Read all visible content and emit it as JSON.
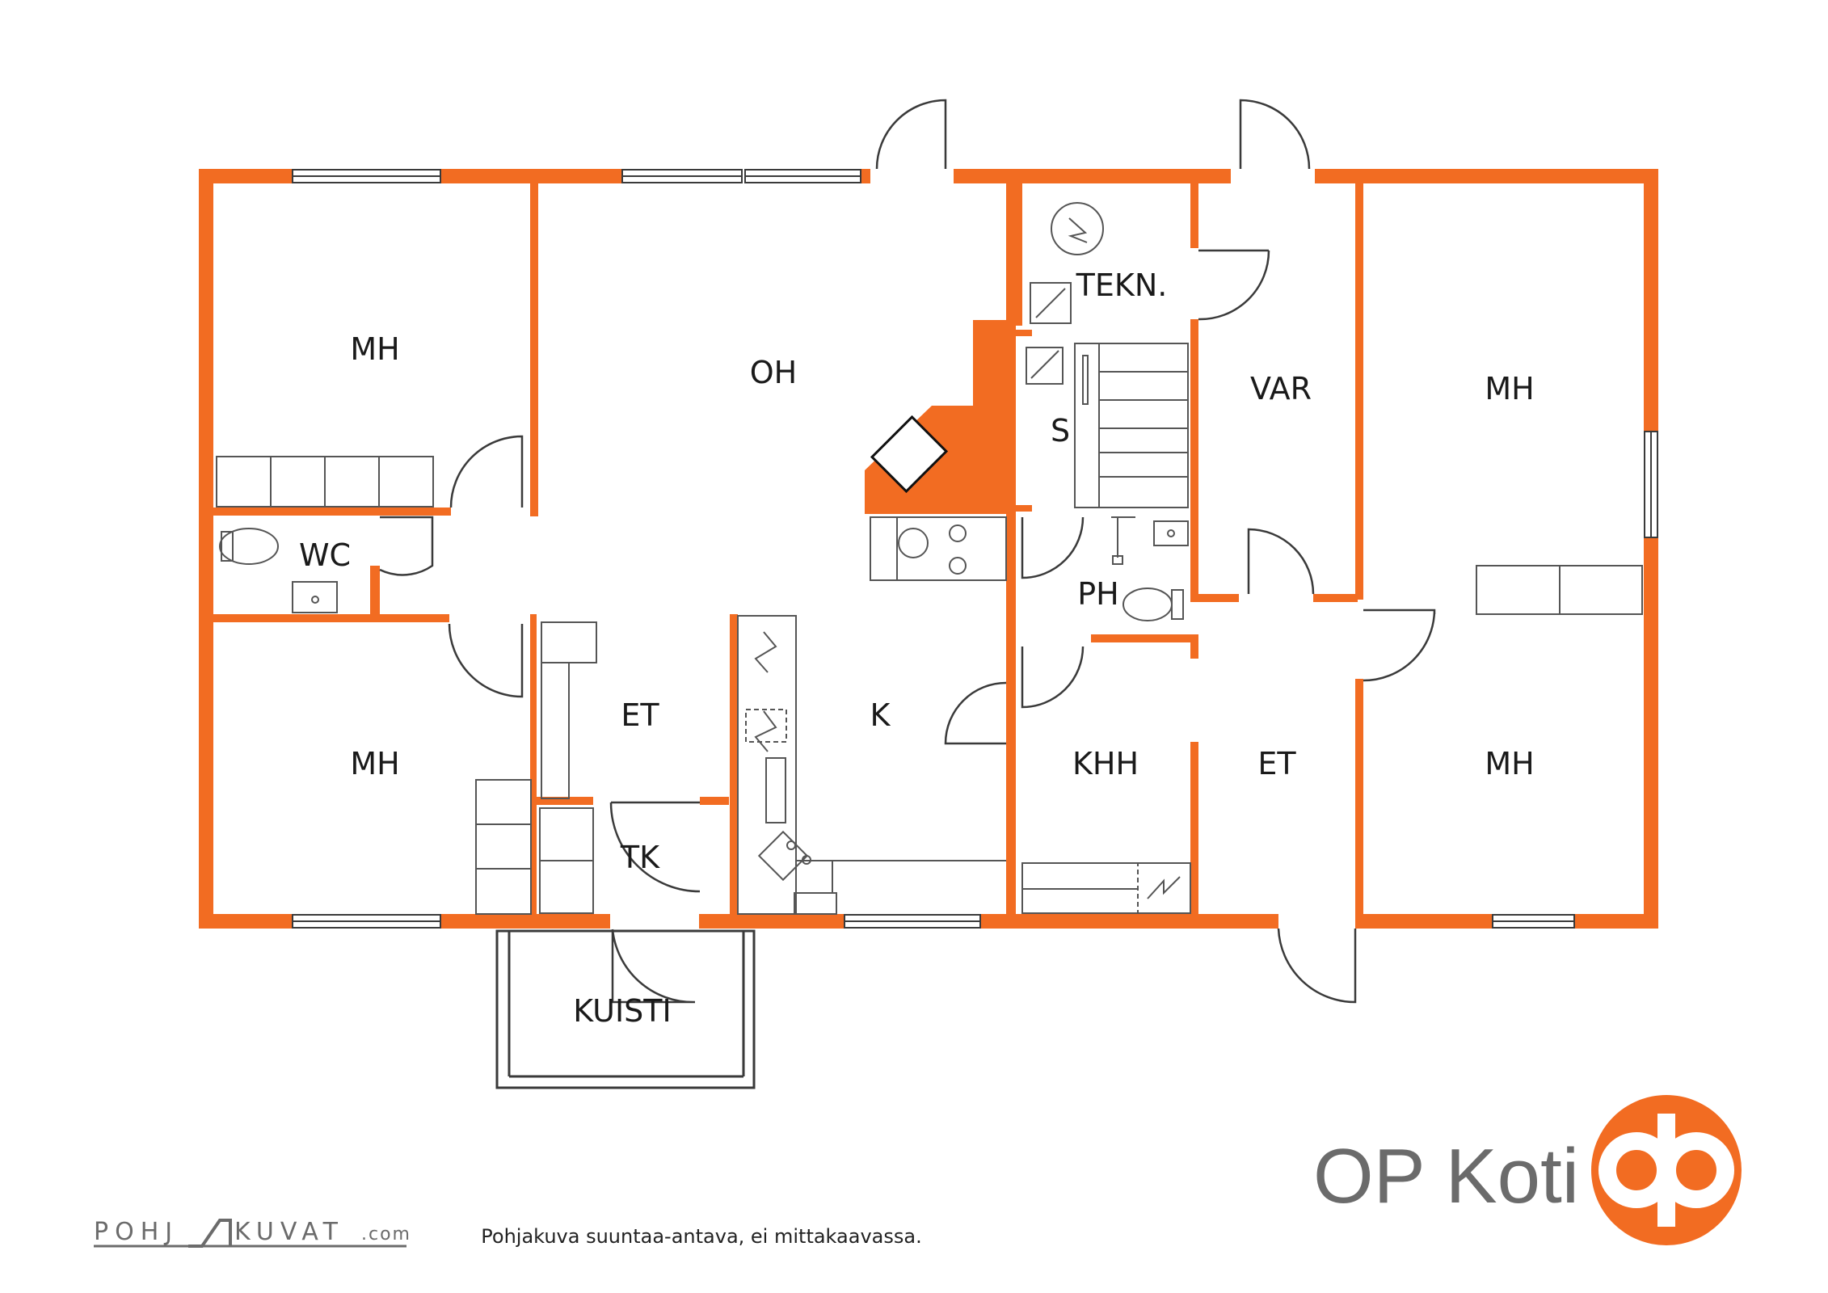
{
  "colors": {
    "wall": "#f26c22",
    "line": "#3a3a3a",
    "fixture": "#555555",
    "brand": "#f26c22",
    "brand_text": "#6b6b6b"
  },
  "rooms": {
    "mh_top_left": "MH",
    "oh": "OH",
    "tekn": "TEKN.",
    "s": "S",
    "var": "VAR",
    "mh_top_right": "MH",
    "wc": "WC",
    "ph": "PH",
    "et_left": "ET",
    "k": "K",
    "mh_bottom_left": "MH",
    "khh": "KHH",
    "et_right": "ET",
    "mh_bottom_right": "MH",
    "tk": "TK",
    "kuisti": "KUISTI"
  },
  "brand": {
    "name": "OP Koti",
    "logo_icon": "op-logo-icon"
  },
  "caption": "Pohjakuva suuntaa-antava, ei mittakaavassa.",
  "credit": {
    "left": "POHJ",
    "right": "KUVAT",
    "suffix": ".com"
  }
}
